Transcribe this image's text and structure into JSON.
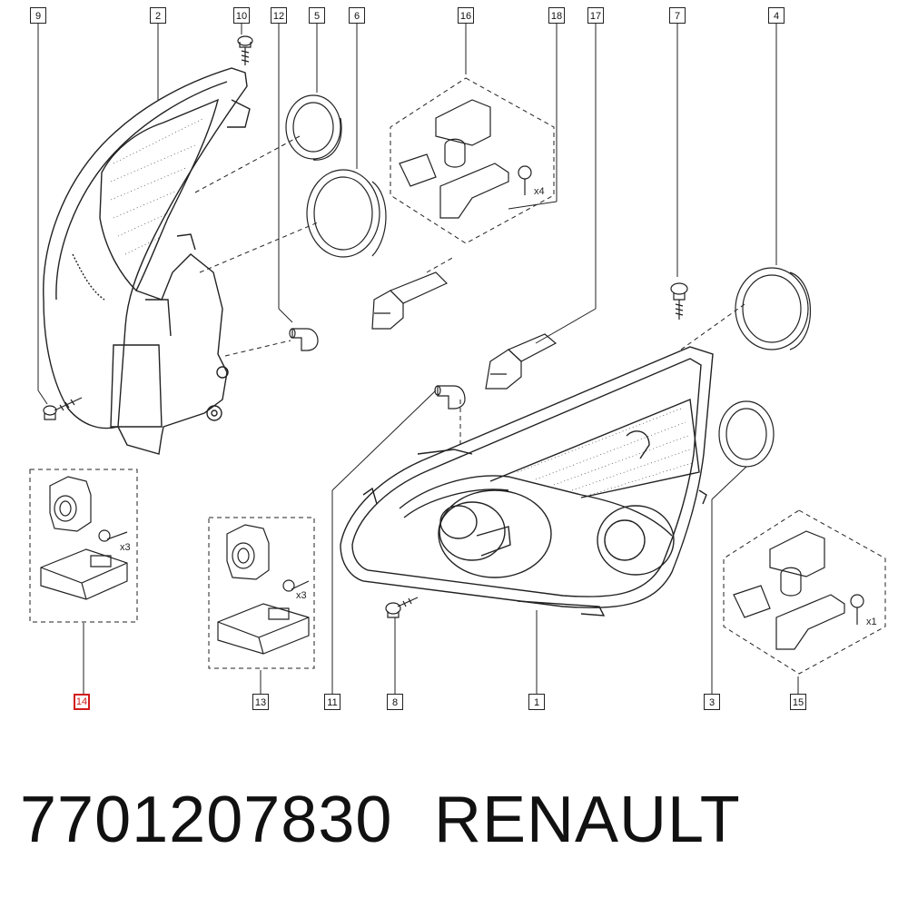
{
  "diagram": {
    "callouts": [
      {
        "id": "c9",
        "label": "9"
      },
      {
        "id": "c2",
        "label": "2"
      },
      {
        "id": "c10",
        "label": "10"
      },
      {
        "id": "c12",
        "label": "12"
      },
      {
        "id": "c5",
        "label": "5"
      },
      {
        "id": "c6",
        "label": "6"
      },
      {
        "id": "c16",
        "label": "16"
      },
      {
        "id": "c18",
        "label": "18"
      },
      {
        "id": "c17",
        "label": "17"
      },
      {
        "id": "c7",
        "label": "7"
      },
      {
        "id": "c4",
        "label": "4"
      },
      {
        "id": "c14",
        "label": "14",
        "selected": true
      },
      {
        "id": "c13",
        "label": "13"
      },
      {
        "id": "c11",
        "label": "11"
      },
      {
        "id": "c8",
        "label": "8"
      },
      {
        "id": "c1",
        "label": "1"
      },
      {
        "id": "c3",
        "label": "3"
      },
      {
        "id": "c15",
        "label": "15"
      }
    ],
    "quantities": {
      "kit16_screws": "x4",
      "kit14_screws": "x3",
      "kit13_screws": "x3",
      "kit15_screws": "x1"
    }
  },
  "footer": {
    "part_number": "7701207830",
    "brand": "RENAULT"
  },
  "colors": {
    "line": "#222222",
    "highlight": "#d11a1a",
    "background": "#ffffff"
  }
}
